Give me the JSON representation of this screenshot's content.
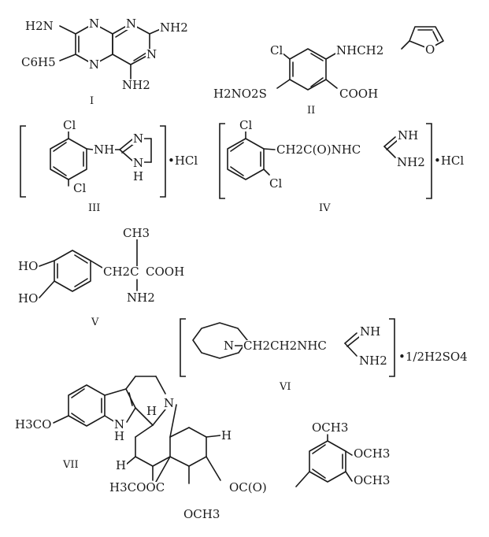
{
  "compounds": [
    {
      "numeral": "I",
      "labels": [
        "H2N",
        "NH2",
        "C6H5",
        "NH2",
        "N",
        "N",
        "N",
        "N"
      ]
    },
    {
      "numeral": "II",
      "labels": [
        "Cl",
        "NHCH2",
        "O",
        "H2NO2S",
        "COOH"
      ]
    },
    {
      "numeral": "III",
      "labels": [
        "Cl",
        "NH",
        "N",
        "N",
        "H",
        "Cl",
        "•HCl"
      ]
    },
    {
      "numeral": "IV",
      "labels": [
        "Cl",
        "CH2C(O)NHC",
        "NH",
        "NH2",
        "Cl",
        "•HCl"
      ]
    },
    {
      "numeral": "V",
      "labels": [
        "CH3",
        "HO",
        "CH2C",
        "COOH",
        "HO",
        "NH2"
      ]
    },
    {
      "numeral": "VI",
      "labels": [
        "N",
        "CH2CH2NHC",
        "NH",
        "NH2",
        "•1/2H2SO4"
      ]
    },
    {
      "numeral": "VII",
      "labels": [
        "H3CO",
        "N",
        "H",
        "N",
        "H",
        "H",
        "H",
        "OCH3",
        "OCH3",
        "OCH3",
        "H3COOC",
        "OC(O)",
        "OCH3"
      ]
    }
  ]
}
